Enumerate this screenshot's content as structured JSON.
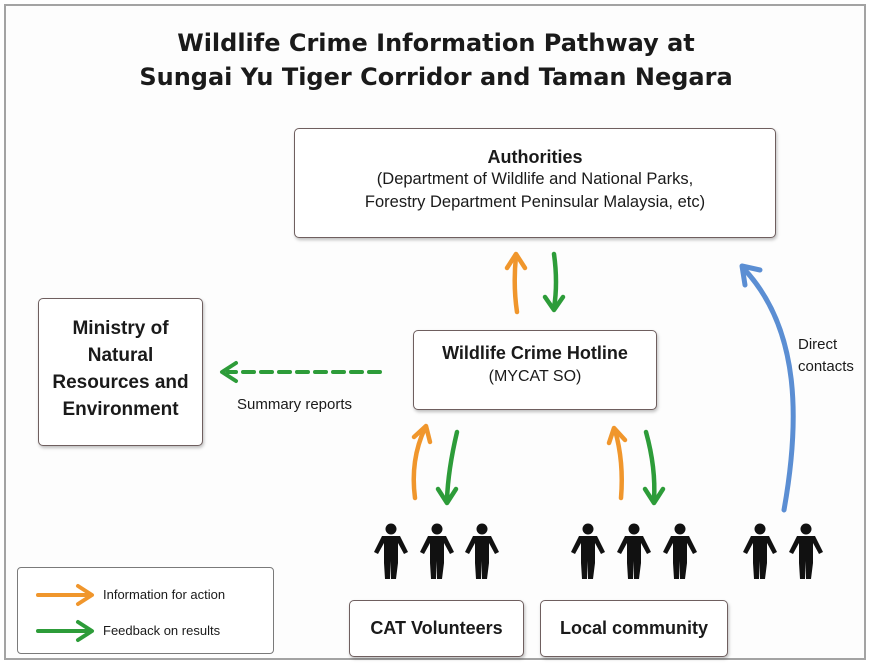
{
  "title": {
    "line1": "Wildlife Crime Information Pathway at",
    "line2": "Sungai Yu Tiger Corridor and Taman Negara"
  },
  "authorities": {
    "heading": "Authorities",
    "line1": "(Department of Wildlife and National Parks,",
    "line2": "Forestry Department Peninsular Malaysia, etc)"
  },
  "ministry": {
    "line1": "Ministry of",
    "line2": "Natural",
    "line3": "Resources and",
    "line4": "Environment"
  },
  "hotline": {
    "heading": "Wildlife Crime Hotline",
    "sub": "(MYCAT SO)"
  },
  "labels": {
    "summary_reports": "Summary reports",
    "direct_line1": "Direct",
    "direct_line2": "contacts"
  },
  "groups": {
    "cat_volunteers": "CAT Volunteers",
    "local_community": "Local community"
  },
  "legend": {
    "info_for_action": "Information for action",
    "feedback_on_results": "Feedback on results"
  },
  "colors": {
    "information_for_action": "#f0962c",
    "feedback_on_results": "#2d9c39",
    "direct_contacts": "#5b8ed3"
  },
  "icons": [
    "person-icon",
    "arrow-up-icon",
    "arrow-down-icon",
    "arrow-left-dashed-icon",
    "curved-arrow-icon"
  ]
}
